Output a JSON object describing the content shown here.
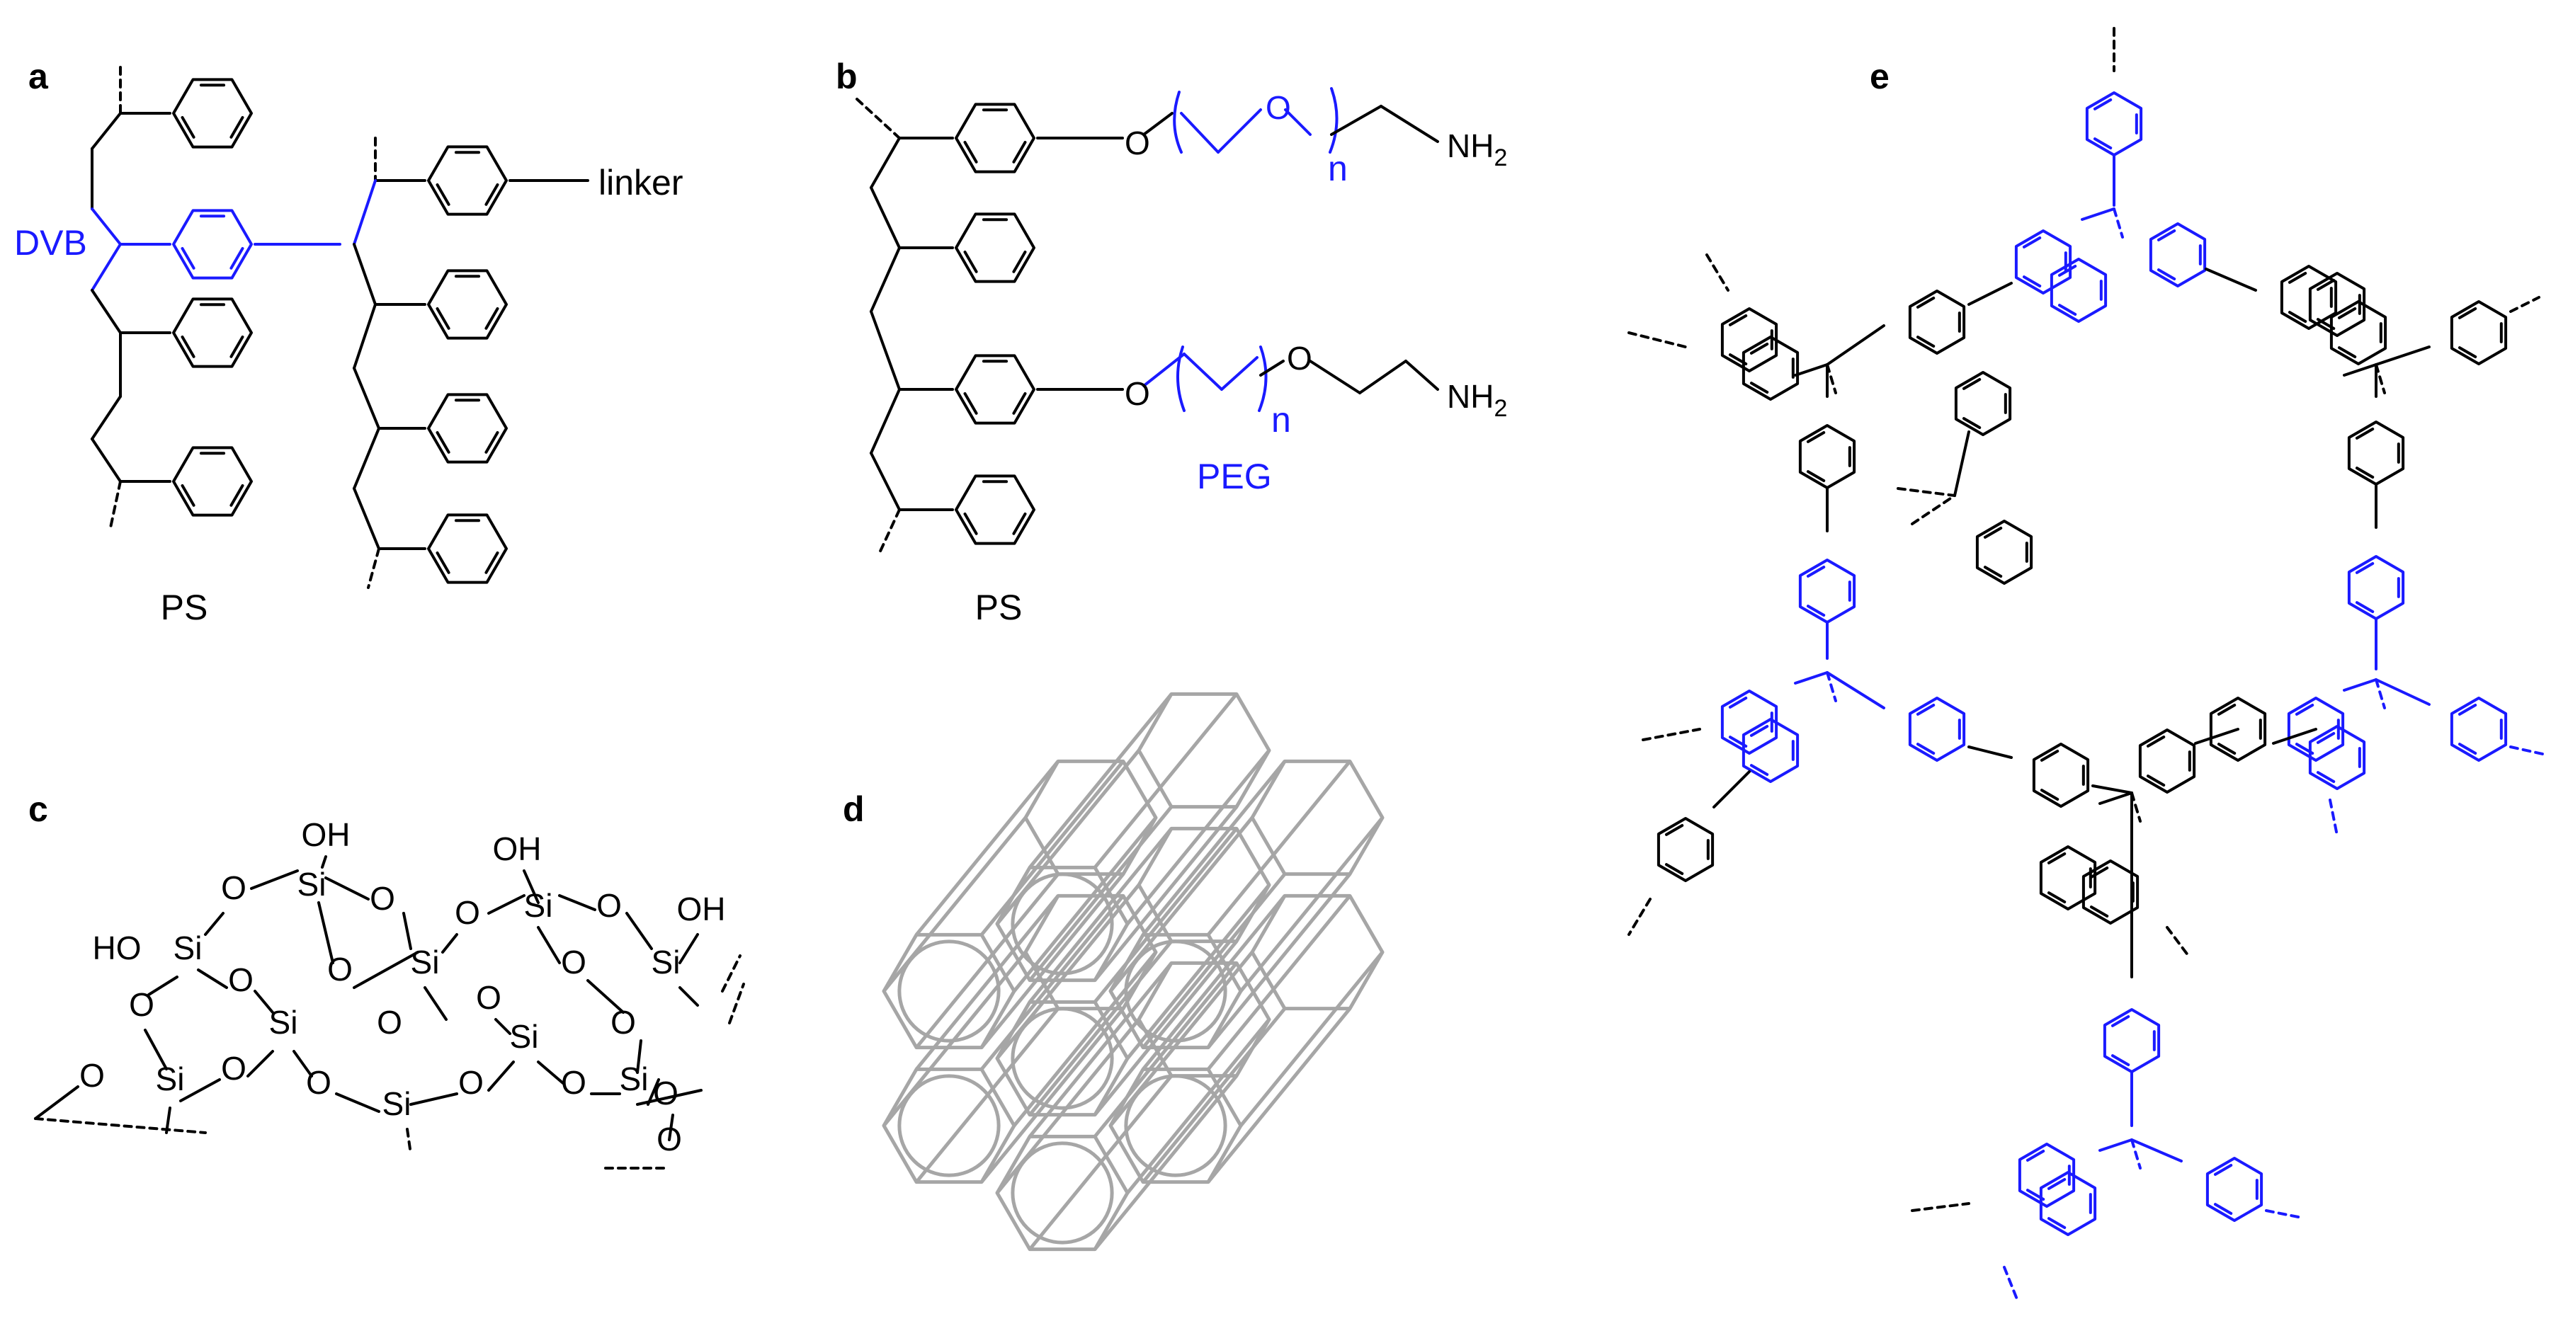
{
  "panels": {
    "a": {
      "label": "a",
      "dvb": "DVB",
      "linker": "linker",
      "caption": "PS"
    },
    "b": {
      "label": "b",
      "o1": "O",
      "o2": "O",
      "o3": "O",
      "o4": "O",
      "n1": "n",
      "n2": "n",
      "nh2_1": "NH",
      "nh2_2": "NH",
      "sub2": "2",
      "peg": "PEG",
      "caption": "PS"
    },
    "c": {
      "label": "c",
      "oh": "OH",
      "ho": "HO",
      "si": "Si",
      "o": "O"
    },
    "d": {
      "label": "d"
    },
    "e": {
      "label": "e"
    }
  },
  "colors": {
    "black": "#000000",
    "blue": "#1a1aff",
    "gray": "#a6a6a6"
  }
}
